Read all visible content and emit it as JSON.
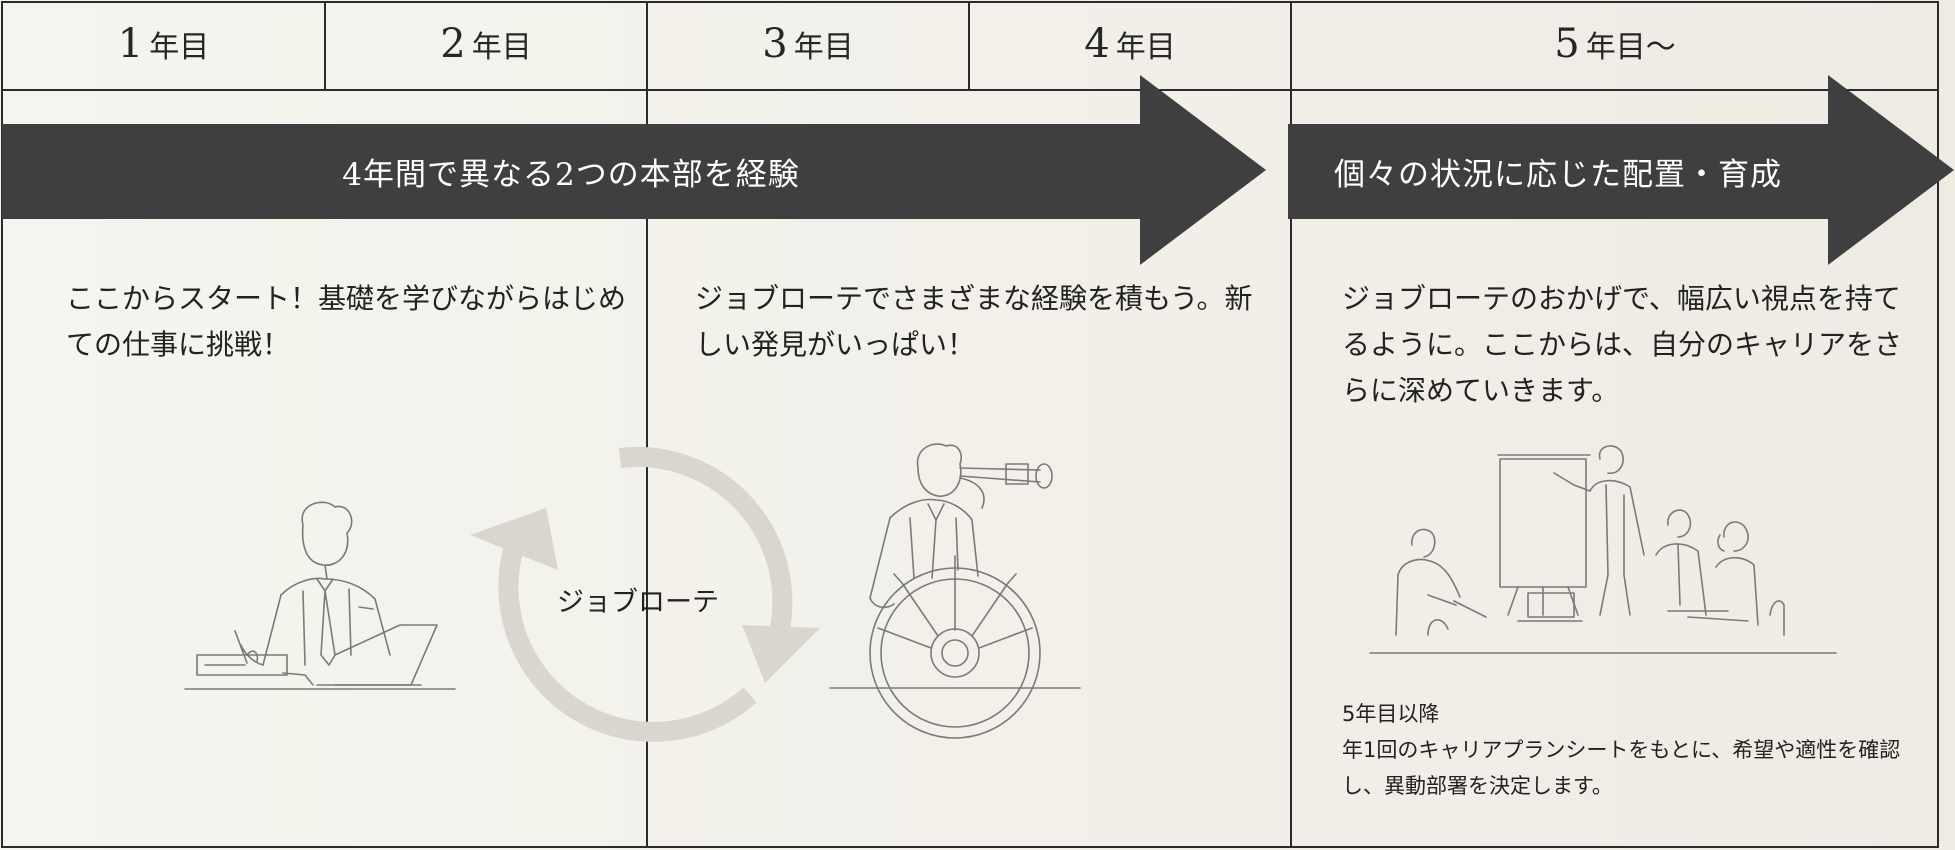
{
  "years": [
    {
      "num": "1",
      "label": "年目"
    },
    {
      "num": "2",
      "label": "年目"
    },
    {
      "num": "3",
      "label": "年目"
    },
    {
      "num": "4",
      "label": "年目"
    },
    {
      "num": "5",
      "label": "年目～"
    }
  ],
  "arrows": {
    "first": "4年間で異なる2つの本部を経験",
    "second": "個々の状況に応じた配置・育成"
  },
  "descriptions": {
    "phase1": "ここからスタート！基礎を学びながらはじめての仕事に挑戦！",
    "phase2": "ジョブローテでさまざまな経験を積もう。新しい発見がいっぱい！",
    "phase3": "ジョブローテのおかげで、幅広い視点を持てるように。ここからは、自分のキャリアをさらに深めていきます。"
  },
  "cycle": {
    "label": "ジョブローテ"
  },
  "note": {
    "line1": "5年目以降",
    "line2": "年1回のキャリアプランシートをもとに、希望や適性を確認し、異動部署を決定します。"
  },
  "colors": {
    "band": "#3f3f3f",
    "cycle": "#d9d6d0",
    "border": "#2b2b2b"
  },
  "icons": [
    "worker-at-laptop-illustration",
    "captain-with-telescope-illustration",
    "presentation-meeting-illustration",
    "rotation-cycle-icon"
  ]
}
